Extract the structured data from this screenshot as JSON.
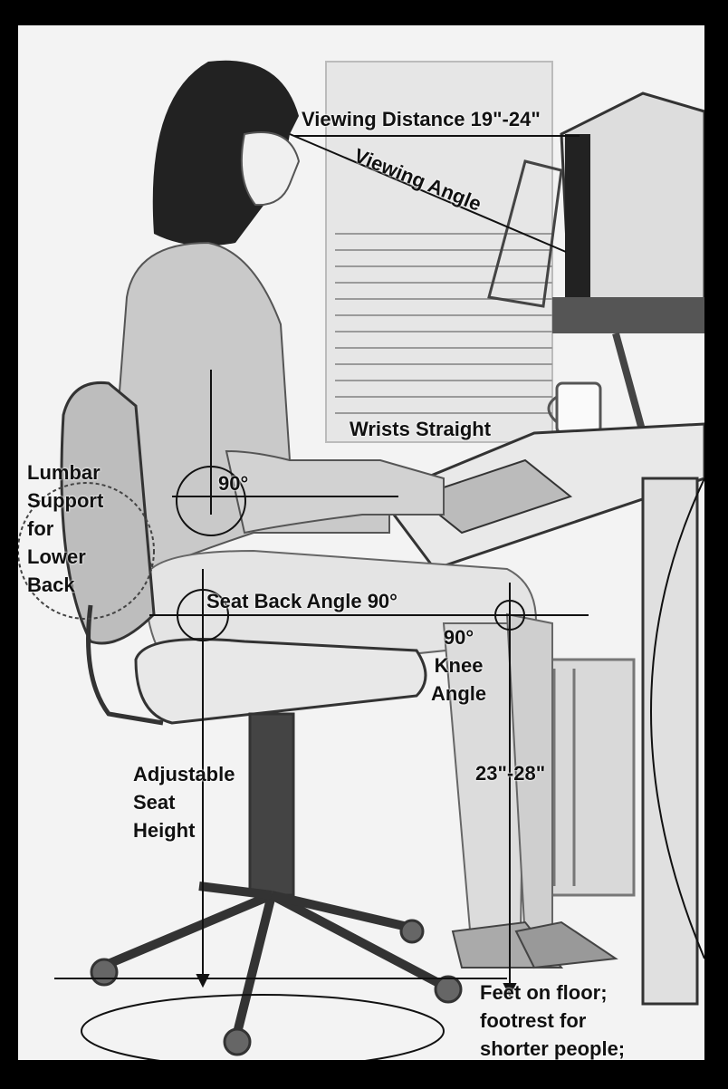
{
  "labels": {
    "viewing_distance": "Viewing Distance 19\"-24\"",
    "viewing_angle": "Viewing Angle",
    "wrists_straight": "Wrists Straight",
    "elbow_angle": "90°",
    "lumbar": [
      "Lumbar",
      "Support",
      "for",
      "Lower",
      "Back"
    ],
    "seat_back_angle": "Seat Back Angle 90°",
    "knee": [
      "90°",
      "Knee",
      "Angle"
    ],
    "adjustable_seat": [
      "Adjustable",
      "Seat",
      "Height"
    ],
    "desk_height": "23\"-28\"",
    "feet": [
      "Feet on floor;",
      "footrest for",
      "shorter people;"
    ]
  },
  "colors": {
    "frame": "#000000",
    "paper": "#f3f3f3",
    "ink": "#111111"
  }
}
